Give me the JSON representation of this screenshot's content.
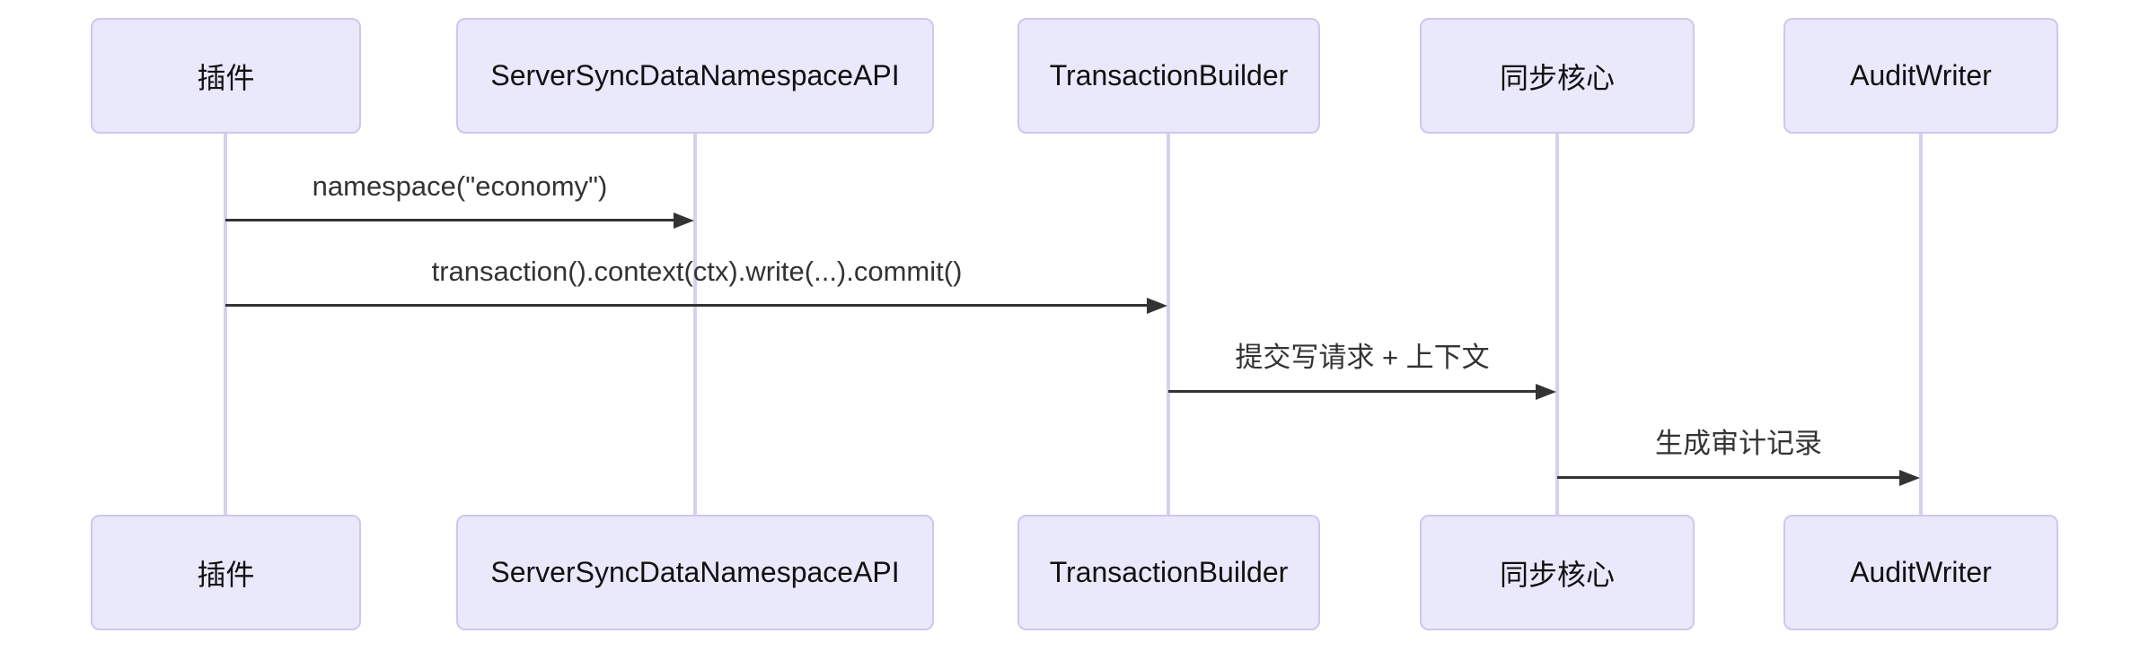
{
  "diagram": {
    "type": "sequence-diagram",
    "background": "#ffffff",
    "colors": {
      "actor_fill": "#EAE8FB",
      "actor_border": "#CFC7ED",
      "actor_text": "#111111",
      "lifeline": "#D8CFEF",
      "message_text": "#333333",
      "arrow": "#333333"
    },
    "actors": [
      {
        "label": "插件"
      },
      {
        "label": "ServerSyncDataNamespaceAPI"
      },
      {
        "label": "TransactionBuilder"
      },
      {
        "label": "同步核心"
      },
      {
        "label": "AuditWriter"
      }
    ],
    "messages": [
      {
        "from": "插件",
        "to": "ServerSyncDataNamespaceAPI",
        "label": "namespace(\"economy\")",
        "arrow_style": "solid-line-filled-head"
      },
      {
        "from": "插件",
        "to": "TransactionBuilder",
        "label": "transaction().context(ctx).write(...).commit()",
        "arrow_style": "solid-line-filled-head"
      },
      {
        "from": "TransactionBuilder",
        "to": "同步核心",
        "label": "提交写请求 + 上下文",
        "arrow_style": "solid-line-filled-head"
      },
      {
        "from": "同步核心",
        "to": "AuditWriter",
        "label": "生成审计记录",
        "arrow_style": "solid-line-filled-head"
      }
    ]
  }
}
